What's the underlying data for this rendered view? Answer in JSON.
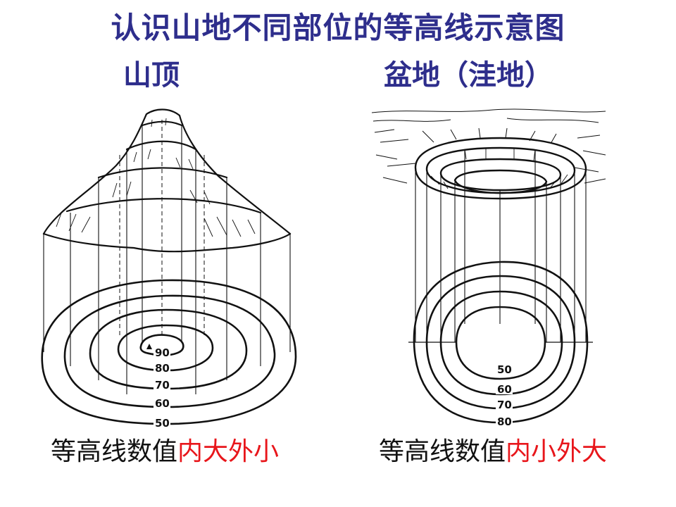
{
  "title": "认识山地不同部位的等高线示意图",
  "peak": {
    "label": "山顶",
    "contours": [
      "90",
      "80",
      "70",
      "60",
      "50"
    ],
    "caption_prefix": "等高线数值",
    "caption_highlight": "内大外小"
  },
  "basin": {
    "label": "盆地（洼地）",
    "contours": [
      "50",
      "60",
      "70",
      "80"
    ],
    "caption_prefix": "等高线数值",
    "caption_highlight": "内小外大"
  },
  "colors": {
    "title": "#2e2e8c",
    "highlight": "#e8161b",
    "line": "#111111"
  }
}
